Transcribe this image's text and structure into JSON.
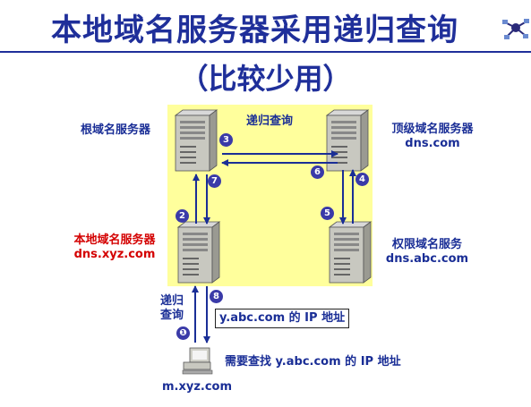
{
  "title": {
    "line1": "本地域名服务器采用递归查询",
    "line2": "（比较少用）"
  },
  "icons": [
    "network-icon",
    "server-icon",
    "computer-icon"
  ],
  "colors": {
    "title": "#1f2f9a",
    "panel": "#ffff9c",
    "local_dns_label": "#d40000",
    "badge": "#3a3aa8"
  },
  "nodes": {
    "root": {
      "label": "根域名服务器"
    },
    "top_level": {
      "label": "顶级域名服务器",
      "domain": "dns.com"
    },
    "local": {
      "label": "本地域名服务器",
      "domain": "dns.xyz.com"
    },
    "authoritative": {
      "label": "权限域名服务",
      "domain": "dns.abc.com"
    },
    "client": {
      "host": "m.xyz.com"
    }
  },
  "annotations": {
    "recursive_query_top": "递归查询",
    "recursive_query_left_1": "递归",
    "recursive_query_left_2": "查询",
    "answer": "y.abc.com 的 IP 地址",
    "need": "需要查找 y.abc.com 的 IP 地址"
  },
  "steps": [
    "❶",
    "2",
    "3",
    "4",
    "5",
    "6",
    "7",
    "8"
  ]
}
